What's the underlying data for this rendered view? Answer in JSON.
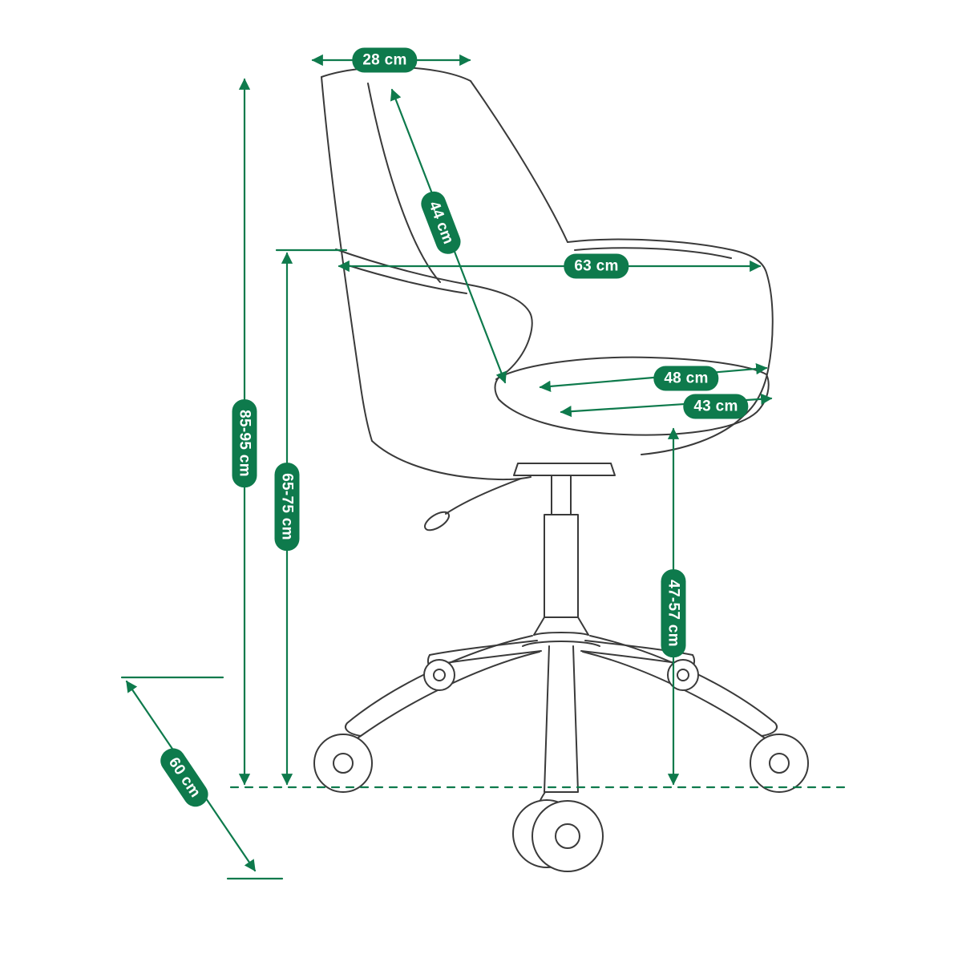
{
  "colors": {
    "accent_green": "#0e7a4c",
    "badge_text": "#ffffff",
    "chair_line": "#3a3a3a"
  },
  "dimensions": {
    "backrest_width": {
      "label": "28 cm"
    },
    "backrest_height": {
      "label": "44 cm"
    },
    "total_depth": {
      "label": "63 cm"
    },
    "seat_depth": {
      "label": "48 cm"
    },
    "seat_width": {
      "label": "43 cm"
    },
    "total_height": {
      "label": "85-95 cm"
    },
    "height_to_armrest": {
      "label": "65-75 cm"
    },
    "seat_height": {
      "label": "47-57 cm"
    },
    "base_diameter": {
      "label": "60 cm"
    }
  }
}
